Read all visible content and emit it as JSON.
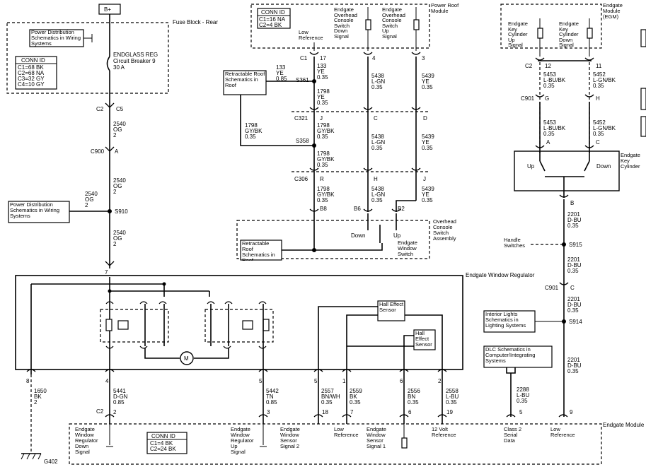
{
  "top_label": "B+",
  "fuse_block": {
    "title": "Fuse Block - Rear",
    "power_ref": "Power Distribution Schematics in Wiring Systems",
    "conn_title": "CONN ID",
    "conn": [
      "C1=68 BK",
      "C2=68 NA",
      "C3=32 GY",
      "C4=10 GY"
    ],
    "breaker": [
      "ENDGLASS REG",
      "Circuit Breaker 9",
      "30 A"
    ]
  },
  "overhead": {
    "title": "Power Roof Module",
    "conn_title": "CONN ID",
    "conn": [
      "C1=16 NA",
      "C2=4 BK"
    ],
    "low_ref": "Low Reference",
    "sw_down": [
      "Endgate",
      "Overhead",
      "Console",
      "Switch",
      "Down",
      "Signal"
    ],
    "sw_up": [
      "Endgate",
      "Overhead",
      "Console",
      "Switch",
      "Up",
      "Signal"
    ]
  },
  "egm_top": {
    "title": "Endgate Module (EGM)",
    "up_sig": [
      "Endgate",
      "Key",
      "Cylinder",
      "Up",
      "Signal"
    ],
    "down_sig": [
      "Endgate",
      "Key",
      "Cylinder",
      "Down",
      "Signal"
    ]
  },
  "refs": {
    "retract_top": "Retractable Roof Schematics in Roof",
    "retract_bottom": "Retractable Roof Schematics in Roof",
    "power_dist_left": "Power Distribution Schematics in Wiring Systems",
    "handle": "Handle Switches",
    "interior": "Interior Lights Schematics in Lighting Systems",
    "dlc": "DLC Schematics in Computer/Integrating Systems"
  },
  "switch_assembly": {
    "title": "Overhead Console Switch Assembly",
    "sub": "Endgate Window Switch",
    "down": "Down",
    "up": "Up"
  },
  "key_cyl": {
    "title": "Endgate Key Cylinder",
    "up": "Up",
    "down": "Down"
  },
  "regulator": {
    "title": "Endgate Window Regulator",
    "hall1": "Hall Effect Sensor",
    "hall2": "Hall Effect Sensor",
    "motor": "M"
  },
  "connectors": {
    "c2": "C2",
    "c5": "C5",
    "c900": "C900",
    "a": "A",
    "s910": "S910",
    "seven": "7",
    "c1": "C1",
    "p17": "17",
    "p4": "4",
    "p3": "3",
    "s361": "S361",
    "c321": "C321",
    "j": "J",
    "c": "C",
    "d": "D",
    "s358": "S358",
    "c306": "C306",
    "r": "R",
    "h": "H",
    "jj": "J",
    "b8": "B8",
    "b6": "B6",
    "b2": "B2",
    "c2r": "C2",
    "p12": "12",
    "p11": "11",
    "c901a": "C901",
    "g": "G",
    "hh": "H",
    "ka": "A",
    "kc": "C",
    "b": "B",
    "s915": "S915",
    "c901b": "C901",
    "cc": "C",
    "s914": "S914",
    "r8": "8",
    "r4": "4",
    "r5": "5",
    "r1": "1",
    "r6": "6",
    "r2": "2",
    "bc2": "C2",
    "b2p": "2",
    "b3": "3",
    "b18": "18",
    "b7": "7",
    "b6p": "6",
    "b19": "19",
    "b5": "5",
    "b9": "9",
    "g402": "G402"
  },
  "wires": {
    "w2540a": [
      "2540",
      "OG",
      "2"
    ],
    "w2540b": [
      "2540",
      "OG",
      "2"
    ],
    "w2540c": [
      "2540",
      "OG",
      "2"
    ],
    "w2540d": [
      "2540",
      "OG",
      "2"
    ],
    "w133": [
      "133",
      "YE",
      "0.35"
    ],
    "w133s": [
      "133",
      "YE",
      "0.85"
    ],
    "w1798a": [
      "1798",
      "YE",
      "0.35"
    ],
    "w1798b": [
      "1798",
      "GY/BK",
      "0.35"
    ],
    "w1798c": [
      "1798",
      "GY/BK",
      "0.35"
    ],
    "w1798d": [
      "1798",
      "GY/BK",
      "0.35"
    ],
    "w1798e": [
      "1798",
      "GY/BK",
      "0.35"
    ],
    "w5438a": [
      "5438",
      "L-GN",
      "0.35"
    ],
    "w5438b": [
      "5438",
      "L-GN",
      "0.35"
    ],
    "w5438c": [
      "5438",
      "L-GN",
      "0.35"
    ],
    "w5439a": [
      "5439",
      "YE",
      "0.35"
    ],
    "w5439b": [
      "5439",
      "YE",
      "0.35"
    ],
    "w5439c": [
      "5439",
      "YE",
      "0.35"
    ],
    "w5453a": [
      "5453",
      "L-BU/BK",
      "0.35"
    ],
    "w5453b": [
      "5453",
      "L-BU/BK",
      "0.35"
    ],
    "w5452a": [
      "5452",
      "L-GN/BK",
      "0.35"
    ],
    "w5452b": [
      "5452",
      "L-GN/BK",
      "0.35"
    ],
    "w2201a": [
      "2201",
      "D-BU",
      "0.35"
    ],
    "w2201b": [
      "2201",
      "D-BU",
      "0.35"
    ],
    "w2201c": [
      "2201",
      "D-BU",
      "0.35"
    ],
    "w2201d": [
      "2201",
      "D-BU",
      "0.35"
    ],
    "w1650": [
      "1650",
      "BK",
      "2"
    ],
    "w5441": [
      "5441",
      "D-GN",
      "0.85"
    ],
    "w5442": [
      "5442",
      "TN",
      "0.85"
    ],
    "w2557": [
      "2557",
      "BN/WH",
      "0.35"
    ],
    "w2559": [
      "2559",
      "BK",
      "0.35"
    ],
    "w2556": [
      "2556",
      "BN",
      "0.35"
    ],
    "w2558": [
      "2558",
      "L-BU",
      "0.35"
    ],
    "w2288": [
      "2288",
      "L-BU",
      "0.35"
    ]
  },
  "egm_bottom": {
    "title": "Endgate Module (EGM)",
    "conn_title": "CONN ID",
    "conn": [
      "C1=4 BK",
      "C2=24 BK"
    ],
    "down_sig": [
      "Endgate",
      "Window",
      "Regulator",
      "Down",
      "Signal"
    ],
    "up_sig": [
      "Endgate",
      "Window",
      "Regulator",
      "Up",
      "Signal"
    ],
    "sensor2": [
      "Endgate",
      "Window",
      "Sensor",
      "Signal 2"
    ],
    "low_ref": [
      "Low",
      "Reference"
    ],
    "sensor1": [
      "Endgate",
      "Window",
      "Sensor",
      "Signal 1"
    ],
    "v12": [
      "12 Volt",
      "Reference"
    ],
    "serial": [
      "Class 2",
      "Serial",
      "Data"
    ],
    "low_ref2": [
      "Low",
      "Reference"
    ]
  }
}
